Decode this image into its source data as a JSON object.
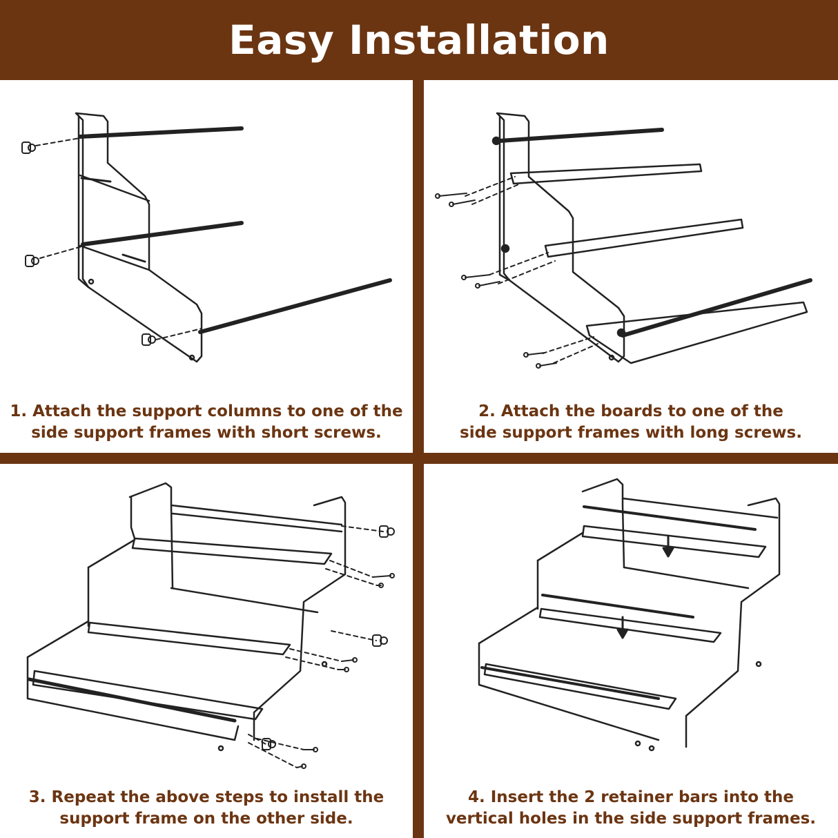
{
  "header": {
    "title": "Easy Installation"
  },
  "steps": [
    {
      "line1": "1. Attach the support columns to one of the",
      "line2": "side support frames with short screws."
    },
    {
      "line1": "2. Attach the boards to one of the",
      "line2": "side support frames with long screws."
    },
    {
      "line1": "3. Repeat the above steps to install the",
      "line2": "support frame on the other side."
    },
    {
      "line1": "4. Insert the 2 retainer bars into the",
      "line2": "vertical holes in the side support frames."
    }
  ],
  "colors": {
    "brand": "#6b3512",
    "background": "#ffffff",
    "line": "#222222"
  }
}
